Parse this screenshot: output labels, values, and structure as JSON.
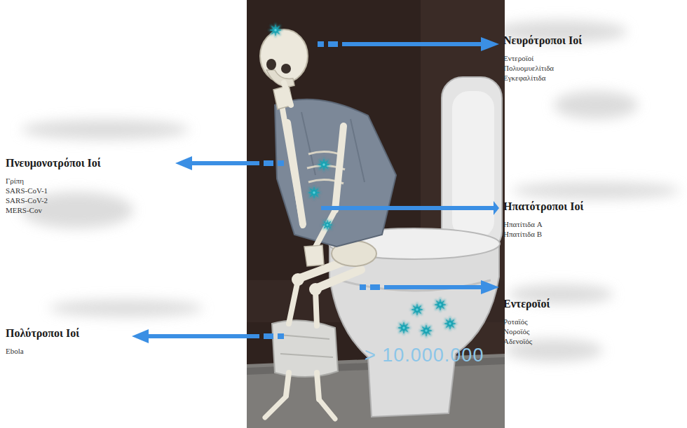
{
  "diagram": {
    "nodes": [
      {
        "text": [
          "Νευρότροποι Ιοί",
          "Εντεροϊοί",
          "Πολυομυελίτιδα",
          "Εγκεφαλίτιδα"
        ]
      },
      {
        "text": [
          "Πνευμονοτρόποι Ιοί",
          "Γρίπη",
          "SARS-CoV-1",
          "SARS-CoV-2",
          "MERS-Cov"
        ]
      },
      {
        "text": [
          "Ηπατότροποι Ιοί",
          "Ηπατίτιδα A",
          "Ηπατίτιδα B"
        ]
      },
      {
        "text": [
          "Εντεροϊοί",
          "Ροταϊός",
          "Νοροϊός",
          "Αδενοϊός"
        ]
      },
      {
        "text": [
          "Πολύτροποι Ιοί",
          "Ebola"
        ]
      }
    ],
    "labels": [
      "> 10.000.000"
    ]
  }
}
